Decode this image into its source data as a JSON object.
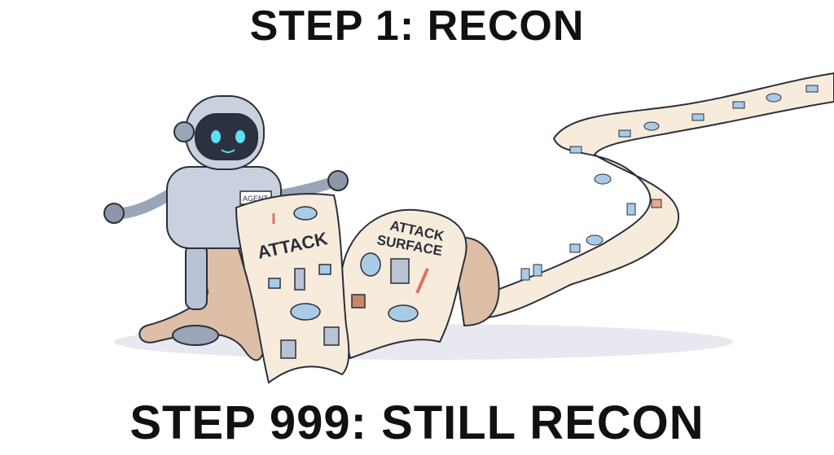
{
  "captions": {
    "top": "STEP 1: RECON",
    "bottom": "STEP 999: STILL RECON"
  },
  "illustration": {
    "robot_badge": "AGENT",
    "scroll_heading_1": "ATTACK",
    "scroll_heading_2a": "ATTACK",
    "scroll_heading_2b": "SURFACE"
  },
  "colors": {
    "scroll_paper": "#f7ecdc",
    "scroll_back": "#dcbfa6",
    "robot_metal": "#b9c3d3",
    "robot_eyes": "#5fe0f0",
    "cloud": "#a9cbe6",
    "outline": "#2a2f3a"
  }
}
